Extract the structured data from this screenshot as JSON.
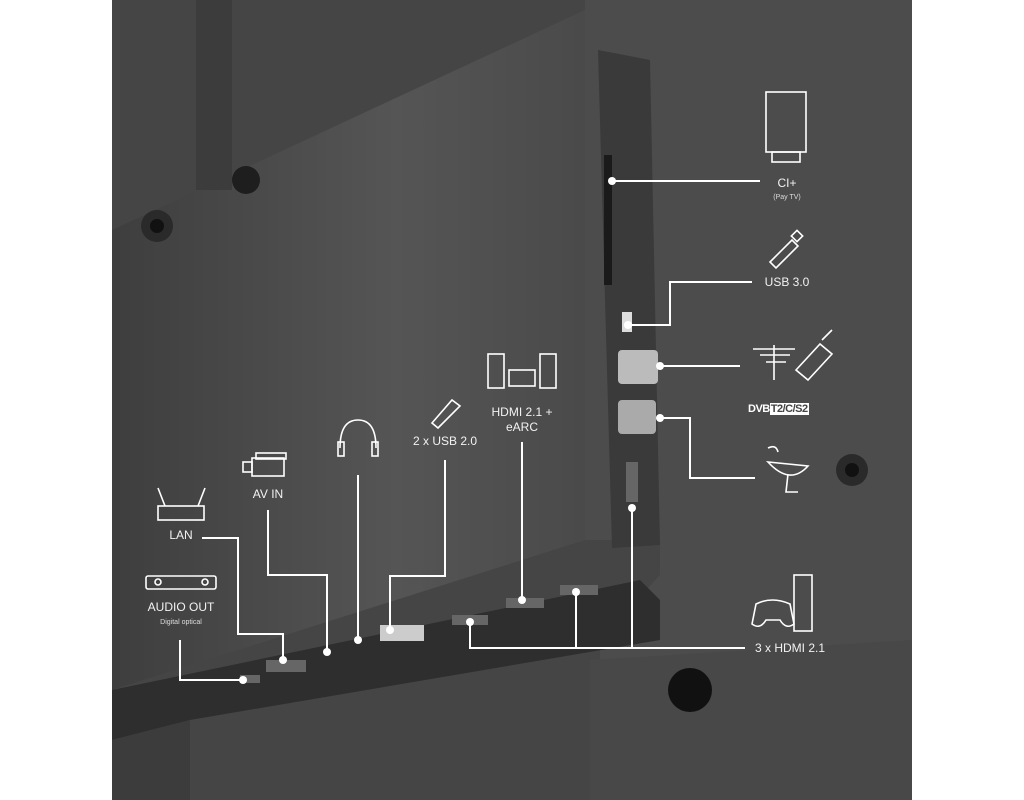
{
  "labels": {
    "ci": "CI+",
    "ci_sub": "(Pay TV)",
    "usb3": "USB 3.0",
    "dvb_prefix": "DVB",
    "dvb_standards": "T2/C/S2",
    "hdmi3": "3 x HDMI 2.1",
    "lan": "LAN",
    "av_in": "AV IN",
    "usb2": "2 x USB 2.0",
    "hdmi_earc_1": "HDMI 2.1 +",
    "hdmi_earc_2": "eARC",
    "audio_out": "AUDIO OUT",
    "audio_out_sub": "Digital optical"
  },
  "colors": {
    "body": "#4a4a4a",
    "panel": "#3a3a3a",
    "line": "#ffffff"
  }
}
